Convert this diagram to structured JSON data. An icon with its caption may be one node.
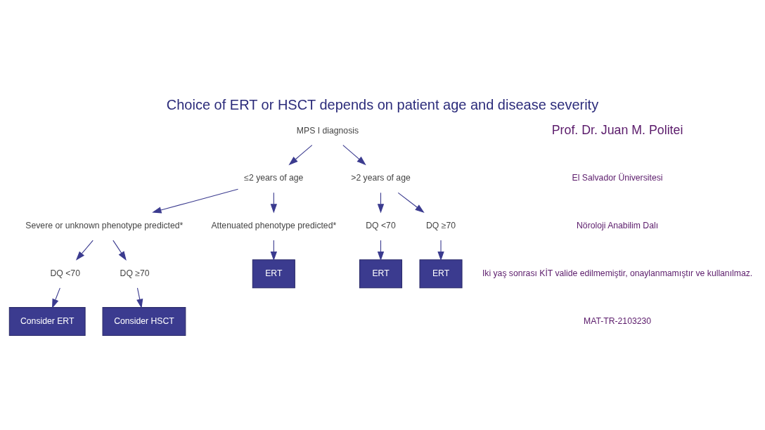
{
  "diagram": {
    "title": "Choice of ERT or HSCT depends on patient age and disease severity",
    "nodes": [
      {
        "text": [
          "MPS I diagnosis"
        ]
      },
      {
        "text": [
          "≤2 years of age"
        ]
      },
      {
        "text": [
          ">2 years of age"
        ]
      },
      {
        "text": [
          "Severe or unknown phenotype predicted*"
        ]
      },
      {
        "text": [
          "Attenuated phenotype predicted*"
        ]
      },
      {
        "text": [
          "DQ <70"
        ]
      },
      {
        "text": [
          "DQ ≥70"
        ]
      },
      {
        "text": [
          "ERT"
        ]
      },
      {
        "text": [
          "DQ <70"
        ]
      },
      {
        "text": [
          "DQ ≥70"
        ]
      },
      {
        "text": [
          "ERT"
        ]
      },
      {
        "text": [
          "ERT"
        ]
      },
      {
        "text": [
          "Consider ERT"
        ]
      },
      {
        "text": [
          "Consider HSCT"
        ]
      }
    ],
    "edges": [
      {
        "from": 0,
        "to": 1,
        "arrow": "to"
      },
      {
        "from": 0,
        "to": 2,
        "arrow": "to"
      },
      {
        "from": 1,
        "to": 3,
        "arrow": "to"
      },
      {
        "from": 1,
        "to": 4,
        "arrow": "to"
      },
      {
        "from": 3,
        "to": 5,
        "arrow": "to"
      },
      {
        "from": 3,
        "to": 6,
        "arrow": "to"
      },
      {
        "from": 4,
        "to": 7,
        "arrow": "to"
      },
      {
        "from": 2,
        "to": 8,
        "arrow": "to"
      },
      {
        "from": 2,
        "to": 9,
        "arrow": "to"
      },
      {
        "from": 8,
        "to": 10,
        "arrow": "to"
      },
      {
        "from": 9,
        "to": 11,
        "arrow": "to"
      },
      {
        "from": 5,
        "to": 12,
        "arrow": "to"
      },
      {
        "from": 6,
        "to": 13,
        "arrow": "to"
      }
    ],
    "labels": [
      "Prof. Dr. Juan M. Politei",
      "El Salvador Üniversitesi",
      "Nöroloji Anabilim Dalı",
      "Iki yaş sonrası KİT valide edilmemiştir, onaylanmamıştır ve kullanılmaz.",
      "MAT-TR-2103230"
    ]
  }
}
